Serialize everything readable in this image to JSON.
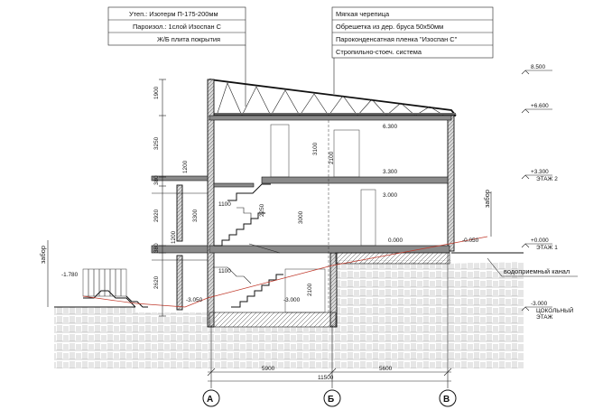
{
  "callout_left": [
    "Утеп.: Изотерм П-175-200мм",
    "Пароизол.: 1слой Изоспан С",
    "Ж/Б плита покрытия"
  ],
  "callout_right": [
    "Мягкая черепица",
    "Обрешетка из дер. бруса 50х50мм",
    "Пароконденсатная пленка \"Изоспан С\"",
    "Стропильно-стоеч. система"
  ],
  "level_marks": {
    "l8500": "8.500",
    "l6600": "+6.600",
    "l3300": "+3.300",
    "etazh2": "ЭТАЖ 2",
    "l0000": "+0.000",
    "etazh1": "ЭТАЖ 1",
    "l_3000": "-3.000",
    "cokol": "ЦОКОЛЬНЫЙ",
    "etazh": "ЭТАЖ"
  },
  "inner_marks": {
    "i6300": "6.300",
    "i3300": "3.300",
    "i3000": "3.000",
    "i0000": "0.000",
    "i_0050": "-0.050",
    "i_1780": "-1.780",
    "i_3050": "-3.050",
    "i_3000": "-3.000"
  },
  "vertical_dims": [
    "1900",
    "3250",
    "380",
    "2920",
    "380",
    "2620"
  ],
  "inner_dims": {
    "d1200a": "1200",
    "d1200b": "1200",
    "d3300": "3300",
    "d3100": "3100",
    "d2100a": "2100",
    "d2250": "2250",
    "d3000": "3000",
    "d2100b": "2100",
    "d1100a": "1100",
    "d1100b": "1100"
  },
  "horizontal_dims": {
    "left": "5900",
    "right": "5600",
    "total": "11500"
  },
  "labels": {
    "zabor_left": "забор",
    "zabor_right": "забор",
    "vodopriemny": "водоприемный канал"
  },
  "axes": [
    "А",
    "Б",
    "В"
  ]
}
